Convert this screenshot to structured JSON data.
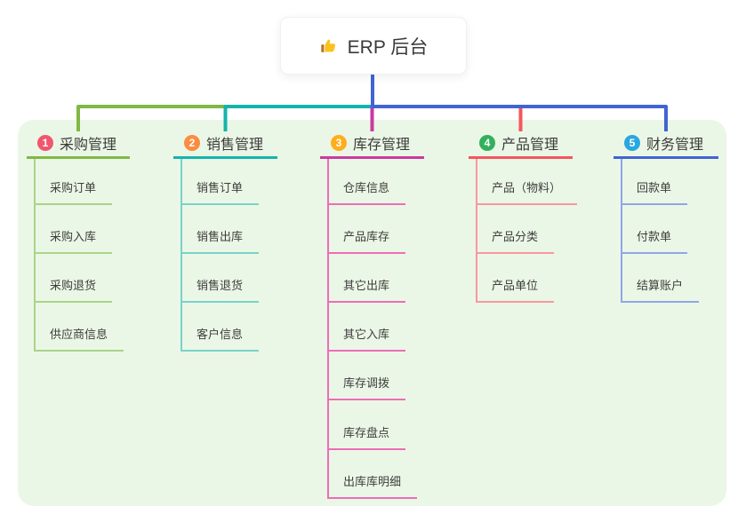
{
  "root": {
    "label": "ERP 后台",
    "icon": "thumbs-up-icon"
  },
  "colors": {
    "panel_background": "#ebf7e6",
    "page_background": "#ffffff",
    "header_text": "#3b3b3b",
    "child_text": "#3d3d3d",
    "root_text": "#3a3a3a",
    "thumb_yellow": "#fcc21b",
    "thumb_cuff": "#b9722d"
  },
  "branches": [
    {
      "index": "1",
      "label": "采购管理",
      "badge_color": "#f1566f",
      "line_color": "#7fb844",
      "child_line_color": "#a9d587",
      "children": [
        "采购订单",
        "采购入库",
        "采购退货",
        "供应商信息"
      ]
    },
    {
      "index": "2",
      "label": "销售管理",
      "badge_color": "#fb8c41",
      "line_color": "#14b3ab",
      "child_line_color": "#77d3c9",
      "children": [
        "销售订单",
        "销售出库",
        "销售退货",
        "客户信息"
      ]
    },
    {
      "index": "3",
      "label": "库存管理",
      "badge_color": "#ffae1c",
      "line_color": "#c93aa0",
      "child_line_color": "#ee6cb8",
      "children": [
        "仓库信息",
        "产品库存",
        "其它出库",
        "其它入库",
        "库存调拨",
        "库存盘点",
        "出库库明细"
      ]
    },
    {
      "index": "4",
      "label": "产品管理",
      "badge_color": "#33b05c",
      "line_color": "#f5565f",
      "child_line_color": "#f9989e",
      "children": [
        "产品（物料）",
        "产品分类",
        "产品单位"
      ]
    },
    {
      "index": "5",
      "label": "财务管理",
      "badge_color": "#29a7e0",
      "line_color": "#4164d4",
      "child_line_color": "#8ea6e8",
      "children": [
        "回款单",
        "付款单",
        "结算账户"
      ]
    }
  ]
}
